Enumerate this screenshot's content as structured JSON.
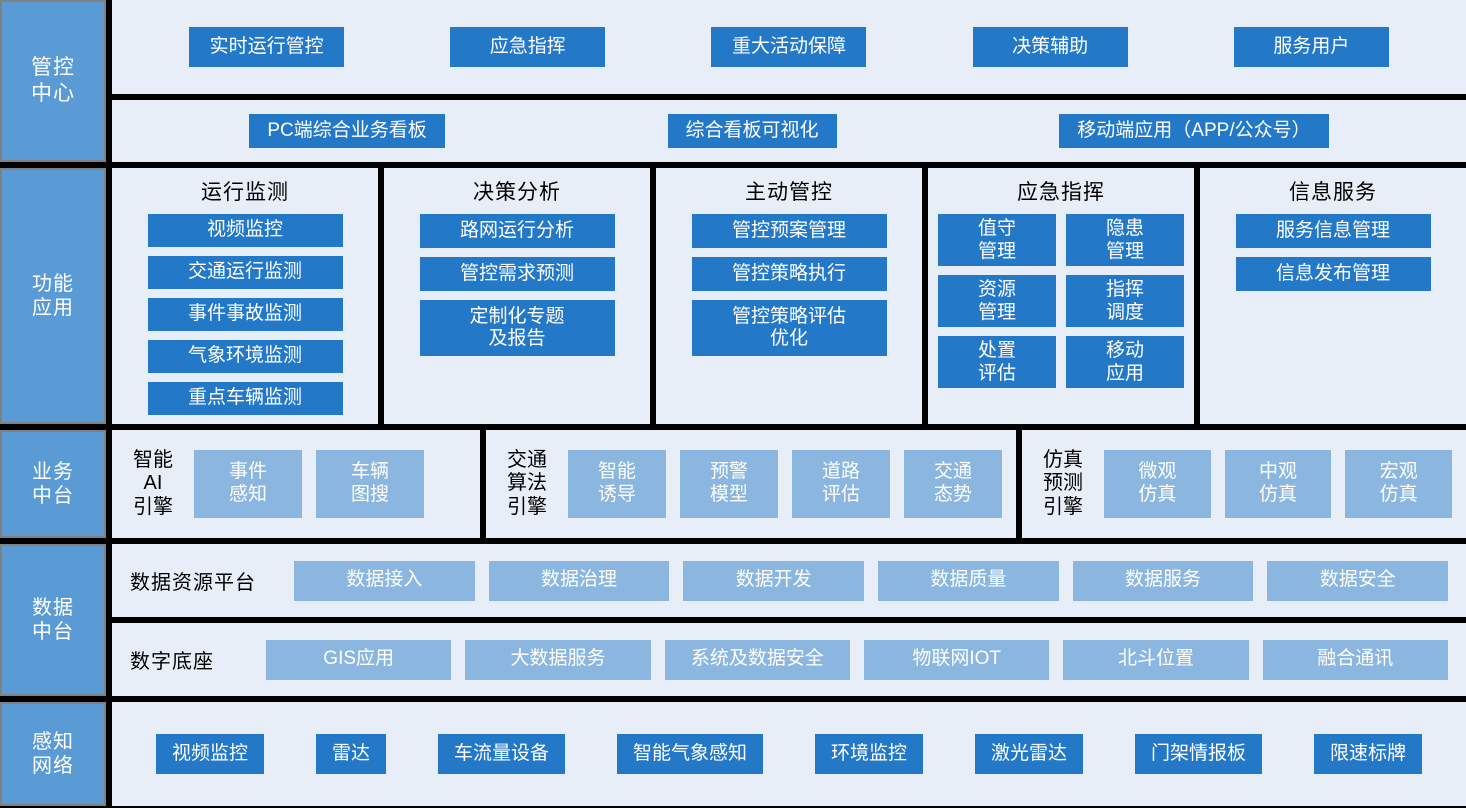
{
  "colors": {
    "background": "#000000",
    "layer_label_bg": "#5b9bd5",
    "panel_bg": "#e8eef8",
    "chip_primary": "#2478c8",
    "chip_secondary": "#8ab6e0",
    "text_light": "#ffffff",
    "text_dark": "#000000"
  },
  "layers": {
    "control_center": {
      "label": "管控\n中心",
      "top_items": [
        "实时运行管控",
        "应急指挥",
        "重大活动保障",
        "决策辅助",
        "服务用户"
      ],
      "bottom_items": [
        "PC端综合业务看板",
        "综合看板可视化",
        "移动端应用（APP/公众号）"
      ]
    },
    "functional_application": {
      "label": "功能\n应用",
      "columns": [
        {
          "title": "运行监测",
          "layout": "list",
          "items": [
            "视频监控",
            "交通运行监测",
            "事件事故监测",
            "气象环境监测",
            "重点车辆监测"
          ]
        },
        {
          "title": "决策分析",
          "layout": "list",
          "items": [
            "路网运行分析",
            "管控需求预测",
            "定制化专题\n及报告"
          ]
        },
        {
          "title": "主动管控",
          "layout": "list",
          "items": [
            "管控预案管理",
            "管控策略执行",
            "管控策略评估\n优化"
          ]
        },
        {
          "title": "应急指挥",
          "layout": "grid2",
          "items": [
            "值守\n管理",
            "隐患\n管理",
            "资源\n管理",
            "指挥\n调度",
            "处置\n评估",
            "移动\n应用"
          ]
        },
        {
          "title": "信息服务",
          "layout": "list",
          "items": [
            "服务信息管理",
            "信息发布管理"
          ]
        }
      ]
    },
    "business_middle_platform": {
      "label": "业务\n中台",
      "groups": [
        {
          "engine": "智能\nAI\n引擎",
          "items": [
            "事件\n感知",
            "车辆\n图搜"
          ]
        },
        {
          "engine": "交通\n算法\n引擎",
          "items": [
            "智能\n诱导",
            "预警\n模型",
            "道路\n评估",
            "交通\n态势"
          ]
        },
        {
          "engine": "仿真\n预测\n引擎",
          "items": [
            "微观\n仿真",
            "中观\n仿真",
            "宏观\n仿真"
          ]
        }
      ]
    },
    "data_middle_platform": {
      "label": "数据\n中台",
      "strips": [
        {
          "title": "数据资源平台",
          "items": [
            "数据接入",
            "数据治理",
            "数据开发",
            "数据质量",
            "数据服务",
            "数据安全"
          ]
        },
        {
          "title": "数字底座",
          "items": [
            "GIS应用",
            "大数据服务",
            "系统及数据安全",
            "物联网IOT",
            "北斗位置",
            "融合通讯"
          ]
        }
      ]
    },
    "sensing_network": {
      "label": "感知\n网络",
      "items": [
        "视频监控",
        "雷达",
        "车流量设备",
        "智能气象感知",
        "环境监控",
        "激光雷达",
        "门架情报板",
        "限速标牌"
      ]
    }
  }
}
